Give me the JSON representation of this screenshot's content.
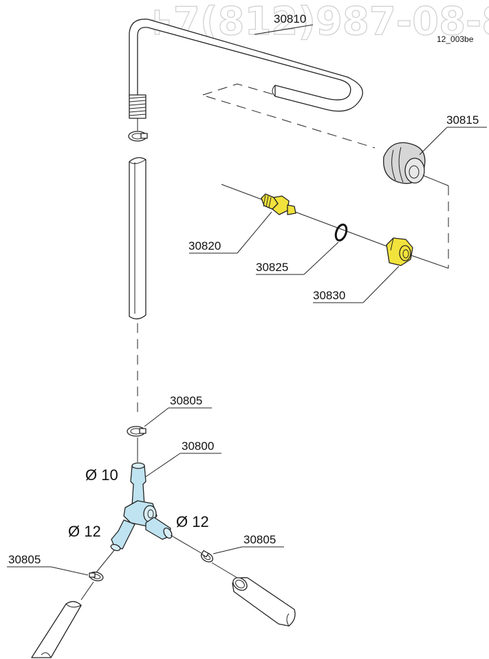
{
  "watermark": "+7(812)987-08-8",
  "drawing_ref": "12_003be",
  "colors": {
    "brass": "#f2e23c",
    "fitting": "#bfe3f0",
    "grommet": "#d6d6d6",
    "line": "#222222"
  },
  "callouts": {
    "c30810": "30810",
    "c30815": "30815",
    "c30820": "30820",
    "c30825": "30825",
    "c30830": "30830",
    "c30805_top": "30805",
    "c30800": "30800",
    "c30805_right": "30805",
    "c30805_left": "30805"
  },
  "dimensions": {
    "d_top": "Ø 10",
    "d_left": "Ø 12",
    "d_right": "Ø 12"
  }
}
